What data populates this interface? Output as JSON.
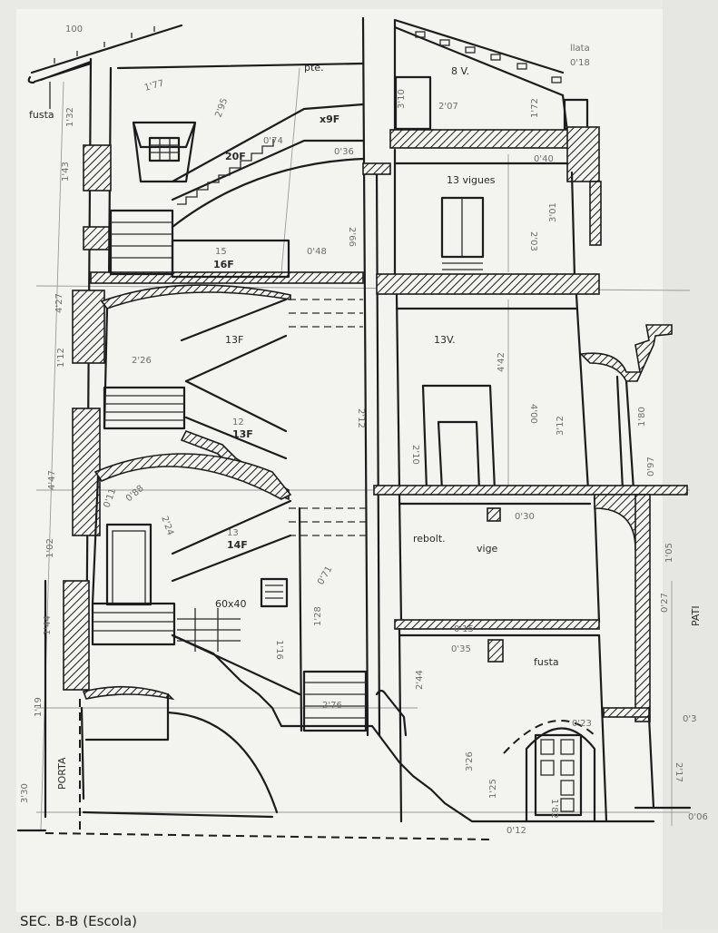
{
  "drawing": {
    "title": "SEC. B-B (Escola)",
    "labels": {
      "fusta_roof": "fusta",
      "eave_width": "100",
      "pte": "pte.",
      "x9f": "x9F",
      "f20": "20F",
      "f16_top": "15",
      "f16": "16F",
      "vigues13": "13 vigues",
      "v8": "8 V.",
      "llata": "llata",
      "llata_dim": "0'18",
      "v13": "13V.",
      "f13": "13F",
      "f12_top": "12",
      "f12": "13F",
      "f14_top": "13",
      "f14": "14F",
      "window_size": "60x40",
      "rebolt": "rebolt.",
      "vige": "vige",
      "fusta_ground": "fusta",
      "porta": "PORTA",
      "pati": "PATI"
    },
    "dimensions": {
      "d1": "1'32",
      "d2": "1'43",
      "d3": "4'27",
      "d4": "1'12",
      "d5": "4'47",
      "d6": "1'02",
      "d7": "1'44",
      "d8": "1'19",
      "d9": "3'30",
      "d10": "2'26",
      "d11": "2'24",
      "d12": "2'66",
      "d13": "4'42",
      "d14": "4'00",
      "d15": "3'12",
      "d16": "1'80",
      "d17": "0'97",
      "d18": "1'05",
      "d19": "0'27",
      "d20": "2'17",
      "d21": "0'3",
      "d22": "0'06",
      "d23": "0'12",
      "d24": "3'26",
      "d25": "2'44",
      "d26": "2'76",
      "d27": "1'16",
      "d28": "1'28",
      "d29": "1'82",
      "d30": "1'25",
      "d31": "0'23",
      "d32": "0'30",
      "d33": "0'15",
      "d34": "0'35",
      "d35": "1'77",
      "d36": "2'95",
      "d37": "0'74",
      "d38": "0'36",
      "d39": "0'48",
      "d40": "2'07",
      "d41": "3'10",
      "d42": "1'72",
      "d43": "0'40",
      "d44": "2'03",
      "d45": "3'01",
      "d46": "0'88",
      "d47": "0'11",
      "d48": "0'71",
      "d49": "2'10",
      "d50": "2'12"
    }
  }
}
